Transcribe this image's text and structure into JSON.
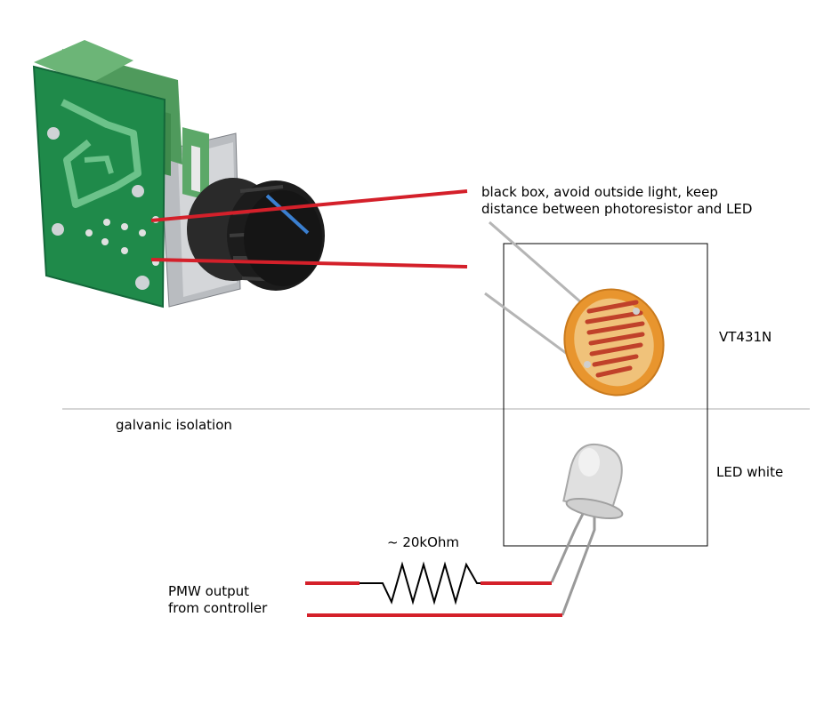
{
  "diagram": {
    "labels": {
      "enclosure_note": "black box, avoid outside light, keep distance between photoresistor and LED",
      "photoresistor": "VT431N",
      "led": "LED white",
      "isolation": "galvanic isolation",
      "resistor": "~ 20kOhm",
      "pwm_source": "PMW output\nfrom controller"
    },
    "colors": {
      "wire": "#d4202a",
      "pcb": "#1f8a4a",
      "terminal_block": "#4f9a5c",
      "knob": "#1c1c1c",
      "photoresistor_body": "#e8952e",
      "photoresistor_track": "#c0412a",
      "led_lens": "#d9d9d9",
      "box_outline": "#000000",
      "isolation_line": "#c8c8c8"
    },
    "icons": [
      "dimmer-module-icon",
      "photoresistor-icon",
      "led-icon",
      "resistor-icon"
    ]
  }
}
